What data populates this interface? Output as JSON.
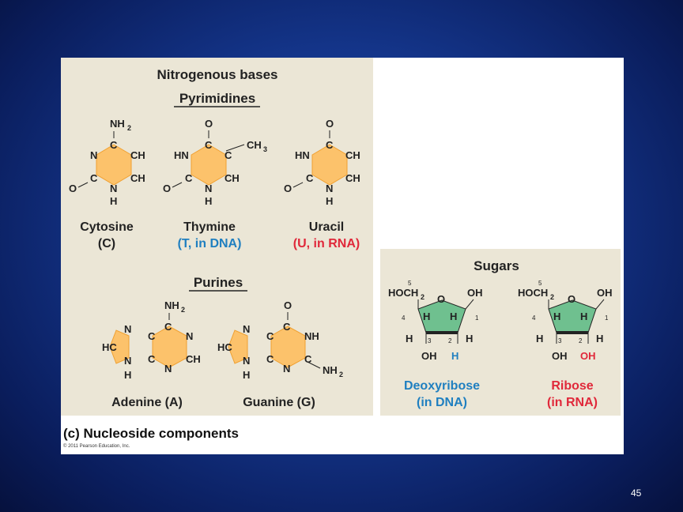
{
  "bases": {
    "title": "Nitrogenous bases",
    "pyrimidines_header": "Pyrimidines",
    "purines_header": "Purines",
    "cytosine": {
      "name": "Cytosine",
      "abbr": "(C)"
    },
    "thymine": {
      "name": "Thymine",
      "note": "(T, in DNA)"
    },
    "uracil": {
      "name": "Uracil",
      "note": "(U, in RNA)"
    },
    "adenine": {
      "name": "Adenine (A)"
    },
    "guanine": {
      "name": "Guanine (G)"
    },
    "atoms": {
      "N": "N",
      "C": "C",
      "O": "O",
      "H": "H",
      "CH": "CH",
      "HC": "HC",
      "HN": "HN",
      "NH": "NH",
      "NH2": "NH",
      "CH3": "CH",
      "sub2": "2",
      "sub3": "3"
    }
  },
  "sugars": {
    "title": "Sugars",
    "deoxyribose": {
      "name": "Deoxyribose",
      "note": "(in DNA)"
    },
    "ribose": {
      "name": "Ribose",
      "note": "(in RNA)"
    },
    "atoms": {
      "HOCH": "HOCH",
      "sub2": "2",
      "O": "O",
      "OH": "OH",
      "H": "H"
    },
    "numbers": [
      "5",
      "4",
      "3",
      "2",
      "1"
    ]
  },
  "caption": "(c) Nucleoside components",
  "copyright": "© 2011 Pearson Education, Inc.",
  "slide_number": "45",
  "colors": {
    "ring_fill": "#fcc26b",
    "ring_stroke": "#f0a030",
    "sugar_fill": "#6fc08f",
    "dna_blue": "#1f7fc0",
    "rna_red": "#e0283a"
  }
}
